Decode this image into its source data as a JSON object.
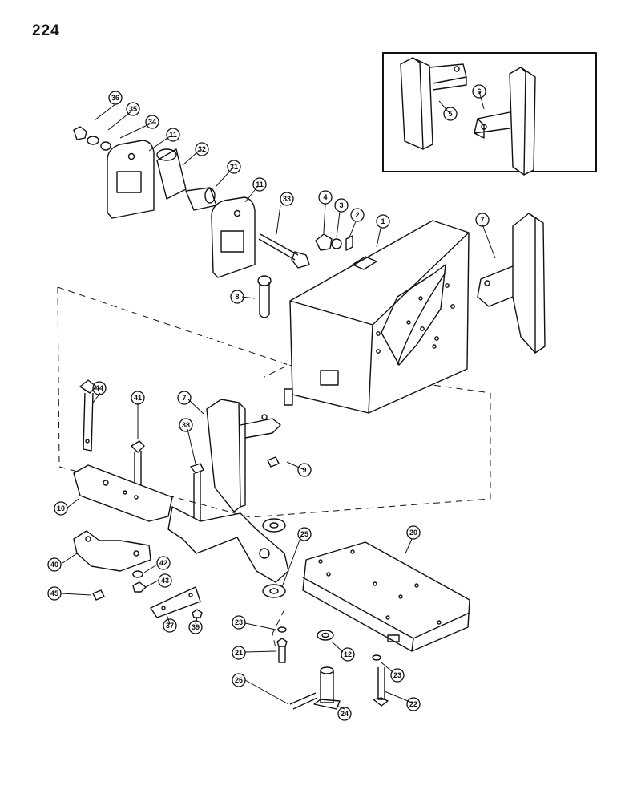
{
  "page_number": "224",
  "callouts": [
    {
      "id": "c1",
      "label": "1"
    },
    {
      "id": "c2",
      "label": "2"
    },
    {
      "id": "c3",
      "label": "3"
    },
    {
      "id": "c4",
      "label": "4"
    },
    {
      "id": "c5",
      "label": "5"
    },
    {
      "id": "c6",
      "label": "6"
    },
    {
      "id": "c7a",
      "label": "7"
    },
    {
      "id": "c7b",
      "label": "7"
    },
    {
      "id": "c8",
      "label": "8"
    },
    {
      "id": "c9",
      "label": "9"
    },
    {
      "id": "c10",
      "label": "10"
    },
    {
      "id": "c11a",
      "label": "11"
    },
    {
      "id": "c11b",
      "label": "11"
    },
    {
      "id": "c12",
      "label": "12"
    },
    {
      "id": "c20",
      "label": "20"
    },
    {
      "id": "c21",
      "label": "21"
    },
    {
      "id": "c22",
      "label": "22"
    },
    {
      "id": "c23a",
      "label": "23"
    },
    {
      "id": "c23b",
      "label": "23"
    },
    {
      "id": "c24",
      "label": "24"
    },
    {
      "id": "c25",
      "label": "25"
    },
    {
      "id": "c26",
      "label": "26"
    },
    {
      "id": "c31",
      "label": "31"
    },
    {
      "id": "c32",
      "label": "32"
    },
    {
      "id": "c33",
      "label": "33"
    },
    {
      "id": "c34",
      "label": "34"
    },
    {
      "id": "c35",
      "label": "35"
    },
    {
      "id": "c36",
      "label": "36"
    },
    {
      "id": "c37",
      "label": "37"
    },
    {
      "id": "c38",
      "label": "38"
    },
    {
      "id": "c39",
      "label": "39"
    },
    {
      "id": "c40",
      "label": "40"
    },
    {
      "id": "c41",
      "label": "41"
    },
    {
      "id": "c42",
      "label": "42"
    },
    {
      "id": "c43",
      "label": "43"
    },
    {
      "id": "c44",
      "label": "44"
    },
    {
      "id": "c45",
      "label": "45"
    }
  ]
}
